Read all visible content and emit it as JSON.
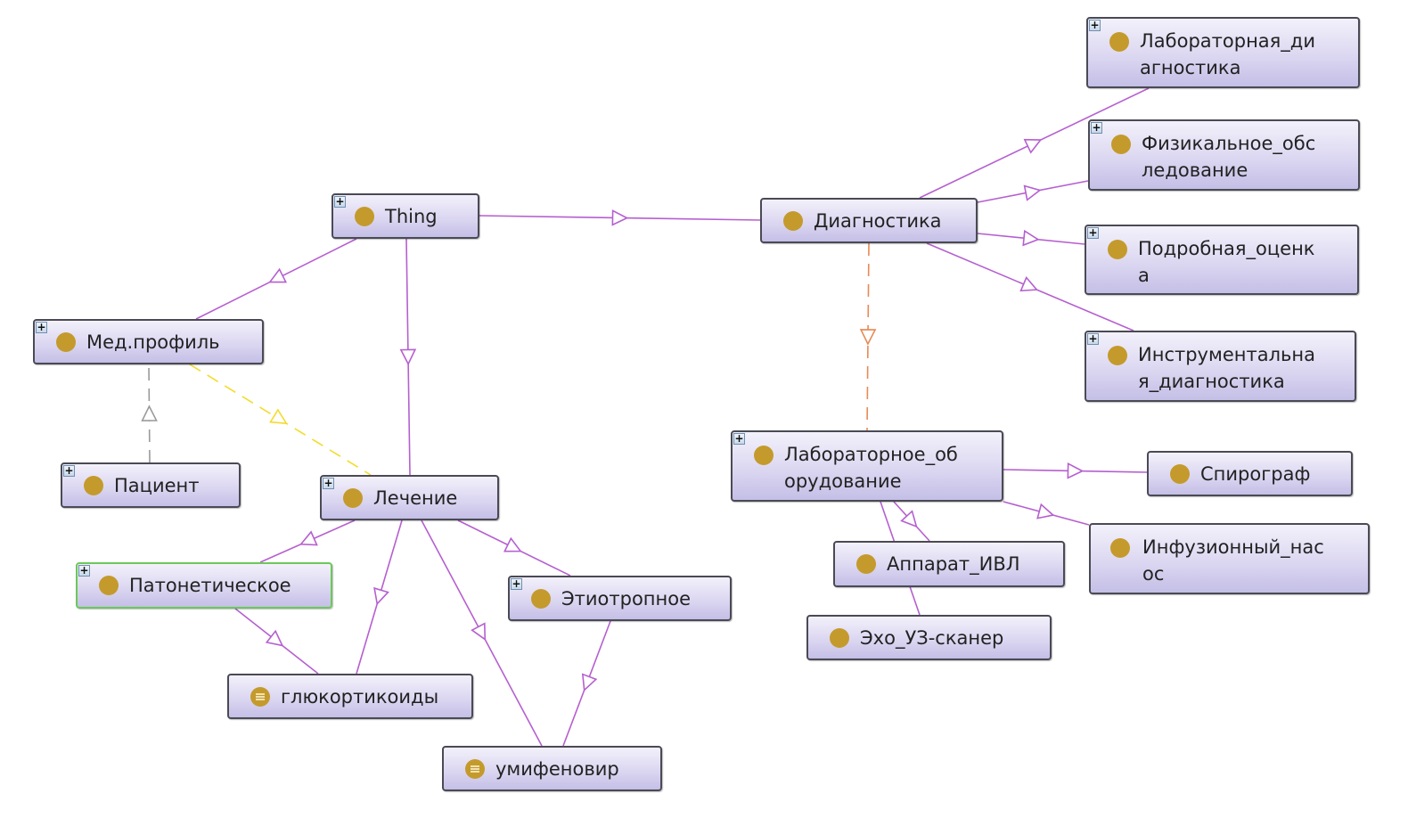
{
  "app": {
    "view": "OntoGraf class hierarchy"
  },
  "colors": {
    "subclass_edge": "#b65fd0",
    "edge_yellow": "#f2dc2c",
    "edge_orange": "#e88a55",
    "edge_gray": "#9a9a9a",
    "class_dot": "#c49a2c",
    "selected_border": "#6cc85a"
  },
  "nodes": [
    {
      "id": "thing",
      "label": "Thing",
      "kind": "class",
      "expandable": true,
      "selected": false
    },
    {
      "id": "med_profile",
      "label": "Мед.профиль",
      "kind": "class",
      "expandable": true,
      "selected": false
    },
    {
      "id": "patient",
      "label": "Пациент",
      "kind": "class",
      "expandable": true,
      "selected": false
    },
    {
      "id": "treatment",
      "label": "Лечение",
      "kind": "class",
      "expandable": true,
      "selected": false
    },
    {
      "id": "pathogenetic",
      "label": "Патонетическое",
      "kind": "class",
      "expandable": true,
      "selected": true
    },
    {
      "id": "glucocorticoids",
      "label": "глюкортикоиды",
      "kind": "individual",
      "expandable": false,
      "selected": false
    },
    {
      "id": "etiotropic",
      "label": "Этиотропное",
      "kind": "class",
      "expandable": true,
      "selected": false
    },
    {
      "id": "umifenovir",
      "label": "умифеновир",
      "kind": "individual",
      "expandable": false,
      "selected": false
    },
    {
      "id": "diagnostics",
      "label": "Диагностика",
      "kind": "class",
      "expandable": false,
      "selected": false
    },
    {
      "id": "lab_diag",
      "label": "Лабораторная_ди\nагностика",
      "kind": "class",
      "expandable": true,
      "selected": false
    },
    {
      "id": "physical_exam",
      "label": "Физикальное_обс\nледование",
      "kind": "class",
      "expandable": true,
      "selected": false
    },
    {
      "id": "detailed_eval",
      "label": "Подробная_оценк\nа",
      "kind": "class",
      "expandable": true,
      "selected": false
    },
    {
      "id": "instr_diag",
      "label": "Инструментальна\nя_диагностика",
      "kind": "class",
      "expandable": true,
      "selected": false
    },
    {
      "id": "lab_equipment",
      "label": "Лабораторное_об\nорудование",
      "kind": "class",
      "expandable": true,
      "selected": false
    },
    {
      "id": "spirograph",
      "label": "Спирограф",
      "kind": "class",
      "expandable": false,
      "selected": false
    },
    {
      "id": "infusion_pump",
      "label": "Инфузионный_нас\nос",
      "kind": "class",
      "expandable": false,
      "selected": false
    },
    {
      "id": "ventilator",
      "label": "Аппарат_ИВЛ",
      "kind": "class",
      "expandable": false,
      "selected": false
    },
    {
      "id": "ultrasound",
      "label": "Эхо_УЗ-сканер",
      "kind": "class",
      "expandable": false,
      "selected": false
    }
  ],
  "edges": [
    {
      "from": "thing",
      "to": "diagnostics",
      "style": "subclass"
    },
    {
      "from": "thing",
      "to": "med_profile",
      "style": "subclass"
    },
    {
      "from": "thing",
      "to": "treatment",
      "style": "subclass"
    },
    {
      "from": "patient",
      "to": "med_profile",
      "style": "gray-dashed"
    },
    {
      "from": "med_profile",
      "to": "treatment",
      "style": "yellow-dashed"
    },
    {
      "from": "treatment",
      "to": "pathogenetic",
      "style": "subclass"
    },
    {
      "from": "treatment",
      "to": "glucocorticoids",
      "style": "subclass"
    },
    {
      "from": "treatment",
      "to": "umifenovir",
      "style": "subclass"
    },
    {
      "from": "treatment",
      "to": "etiotropic",
      "style": "subclass"
    },
    {
      "from": "pathogenetic",
      "to": "glucocorticoids",
      "style": "subclass"
    },
    {
      "from": "etiotropic",
      "to": "umifenovir",
      "style": "subclass"
    },
    {
      "from": "diagnostics",
      "to": "lab_diag",
      "style": "subclass"
    },
    {
      "from": "diagnostics",
      "to": "physical_exam",
      "style": "subclass"
    },
    {
      "from": "diagnostics",
      "to": "detailed_eval",
      "style": "subclass"
    },
    {
      "from": "diagnostics",
      "to": "instr_diag",
      "style": "subclass"
    },
    {
      "from": "diagnostics",
      "to": "lab_equipment",
      "style": "orange-dashed"
    },
    {
      "from": "lab_equipment",
      "to": "spirograph",
      "style": "subclass"
    },
    {
      "from": "lab_equipment",
      "to": "infusion_pump",
      "style": "subclass"
    },
    {
      "from": "lab_equipment",
      "to": "ventilator",
      "style": "subclass"
    },
    {
      "from": "lab_equipment",
      "to": "ultrasound",
      "style": "plain"
    }
  ]
}
